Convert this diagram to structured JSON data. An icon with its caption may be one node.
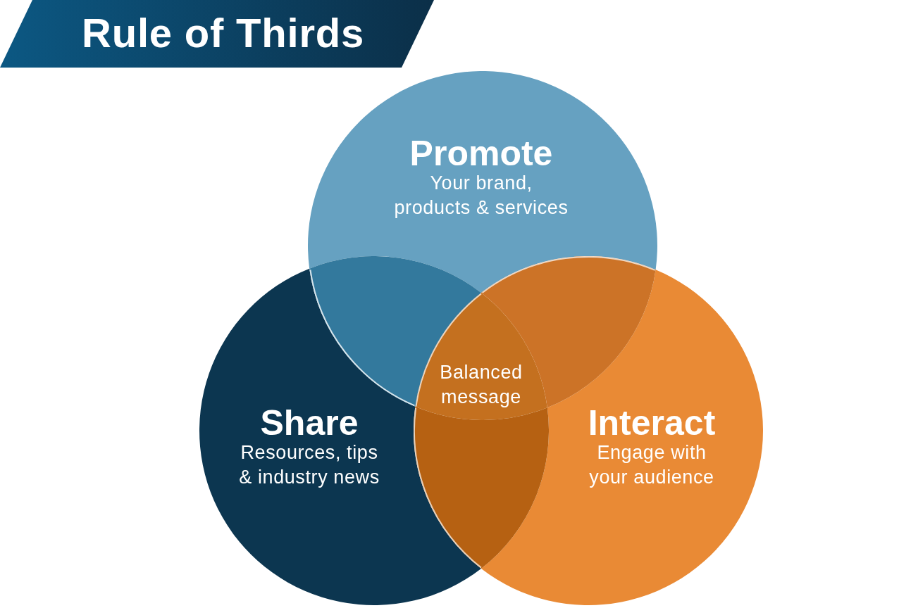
{
  "diagram": {
    "title": "Rule of Thirds",
    "nodes": [
      {
        "text": [
          "Promote",
          "Your brand, products & services"
        ]
      },
      {
        "text": [
          "Share",
          "Resources, tips & industry news"
        ]
      },
      {
        "text": [
          "Interact",
          "Engage with your audience"
        ]
      },
      {
        "text": [
          "Balanced message"
        ]
      },
      {
        "text": [],
        "shape": "lens"
      },
      {
        "text": [],
        "shape": "lens"
      },
      {
        "text": [],
        "shape": "lens"
      }
    ]
  }
}
